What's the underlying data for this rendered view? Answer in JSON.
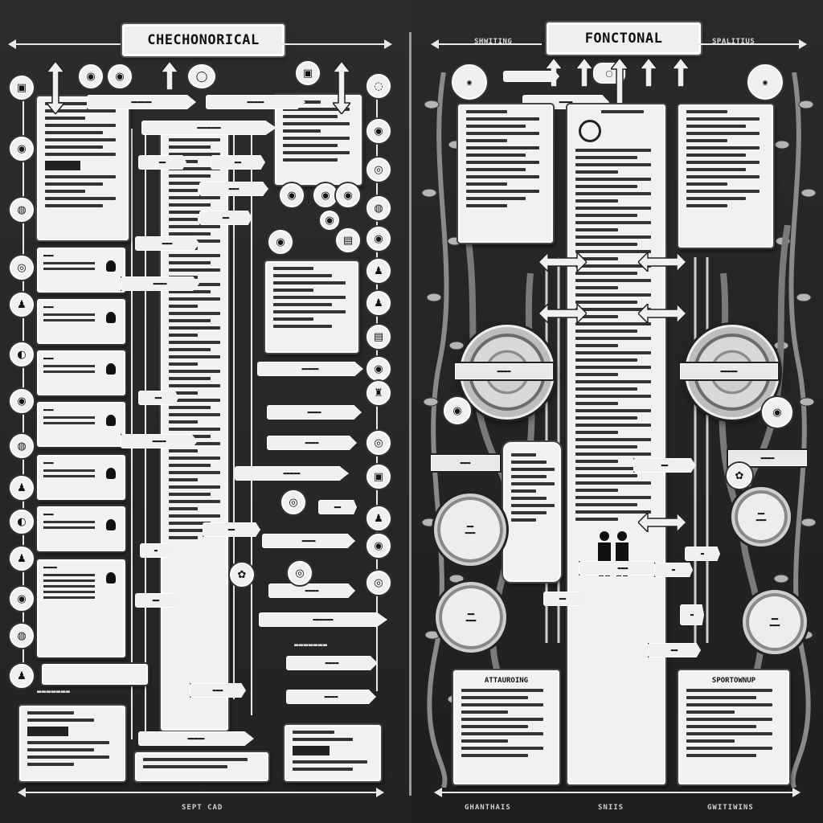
{
  "left": {
    "title": "CHECHONORICAL",
    "bottom_label": "SEPT CAD"
  },
  "right": {
    "title": "FONCTONAL",
    "top_left_label": "SHWITING",
    "top_right_label": "SPALITIUS",
    "bottom_left_label": "GHANTHAIS",
    "bottom_center_label": "SNIIS",
    "bottom_right_label": "GWITIWINS",
    "bottom_left_doc_title": "ATTAUROING",
    "bottom_right_doc_title": "SPORTOWNUP"
  },
  "colors": {
    "background": "#2a2a2c",
    "paper": "#f1f1f1",
    "ink": "#111111"
  },
  "icons": [
    "arrow-up-icon",
    "double-arrow-icon",
    "person-icon",
    "medallion-icon",
    "vine-ornament-icon"
  ]
}
